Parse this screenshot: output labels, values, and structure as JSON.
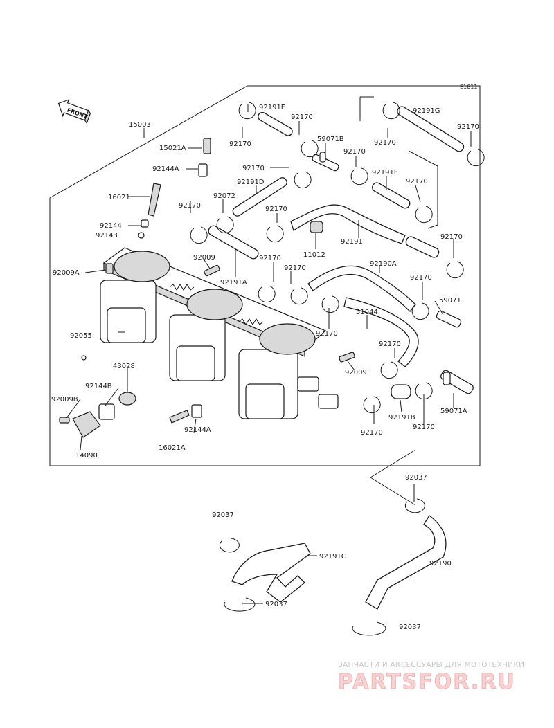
{
  "diagram": {
    "code": "E1611",
    "front_label": "FRONT",
    "labels": [
      {
        "id": "15003",
        "text": "15003"
      },
      {
        "id": "92191E",
        "text": "92191E"
      },
      {
        "id": "92170_a",
        "text": "92170"
      },
      {
        "id": "92170_b",
        "text": "92170"
      },
      {
        "id": "92191G",
        "text": "92191G"
      },
      {
        "id": "92170_c",
        "text": "92170"
      },
      {
        "id": "92170_d",
        "text": "92170"
      },
      {
        "id": "15021A_top",
        "text": "15021A"
      },
      {
        "id": "59071B",
        "text": "59071B"
      },
      {
        "id": "92170_e",
        "text": "92170"
      },
      {
        "id": "92144A_top",
        "text": "92144A"
      },
      {
        "id": "92170_f",
        "text": "92170"
      },
      {
        "id": "92191F",
        "text": "92191F"
      },
      {
        "id": "92191D",
        "text": "92191D"
      },
      {
        "id": "92170_g",
        "text": "92170"
      },
      {
        "id": "16021",
        "text": "16021"
      },
      {
        "id": "92072",
        "text": "92072"
      },
      {
        "id": "92170_h",
        "text": "92170"
      },
      {
        "id": "92170_i",
        "text": "92170"
      },
      {
        "id": "92144",
        "text": "92144"
      },
      {
        "id": "92143",
        "text": "92143"
      },
      {
        "id": "11012",
        "text": "11012"
      },
      {
        "id": "92191",
        "text": "92191"
      },
      {
        "id": "92170_j",
        "text": "92170"
      },
      {
        "id": "92009_top",
        "text": "92009"
      },
      {
        "id": "92170_k",
        "text": "92170"
      },
      {
        "id": "92190A",
        "text": "92190A"
      },
      {
        "id": "92009A",
        "text": "92009A"
      },
      {
        "id": "92191A",
        "text": "92191A"
      },
      {
        "id": "92170_l",
        "text": "92170"
      },
      {
        "id": "92170_m",
        "text": "92170"
      },
      {
        "id": "59071",
        "text": "59071"
      },
      {
        "id": "92055",
        "text": "92055"
      },
      {
        "id": "51044",
        "text": "51044"
      },
      {
        "id": "92170_n",
        "text": "92170"
      },
      {
        "id": "92170_o",
        "text": "92170"
      },
      {
        "id": "43028",
        "text": "43028"
      },
      {
        "id": "92009_low",
        "text": "92009"
      },
      {
        "id": "92144B",
        "text": "92144B"
      },
      {
        "id": "92009B",
        "text": "92009B"
      },
      {
        "id": "92144A_low",
        "text": "92144A"
      },
      {
        "id": "92191B",
        "text": "92191B"
      },
      {
        "id": "59071A",
        "text": "59071A"
      },
      {
        "id": "92170_p",
        "text": "92170"
      },
      {
        "id": "92170_q",
        "text": "92170"
      },
      {
        "id": "14090",
        "text": "14090"
      },
      {
        "id": "16021A",
        "text": "16021A"
      },
      {
        "id": "92037_a",
        "text": "92037"
      },
      {
        "id": "92037_b",
        "text": "92037"
      },
      {
        "id": "92191C",
        "text": "92191C"
      },
      {
        "id": "92190",
        "text": "92190"
      },
      {
        "id": "92037_c",
        "text": "92037"
      },
      {
        "id": "92037_d",
        "text": "92037"
      }
    ]
  },
  "watermark": {
    "tagline": "ЗАПЧАСТИ И АКСЕССУАРЫ ДЛЯ МОТОТЕХНИКИ",
    "brand": "PARTSFOR.RU"
  }
}
